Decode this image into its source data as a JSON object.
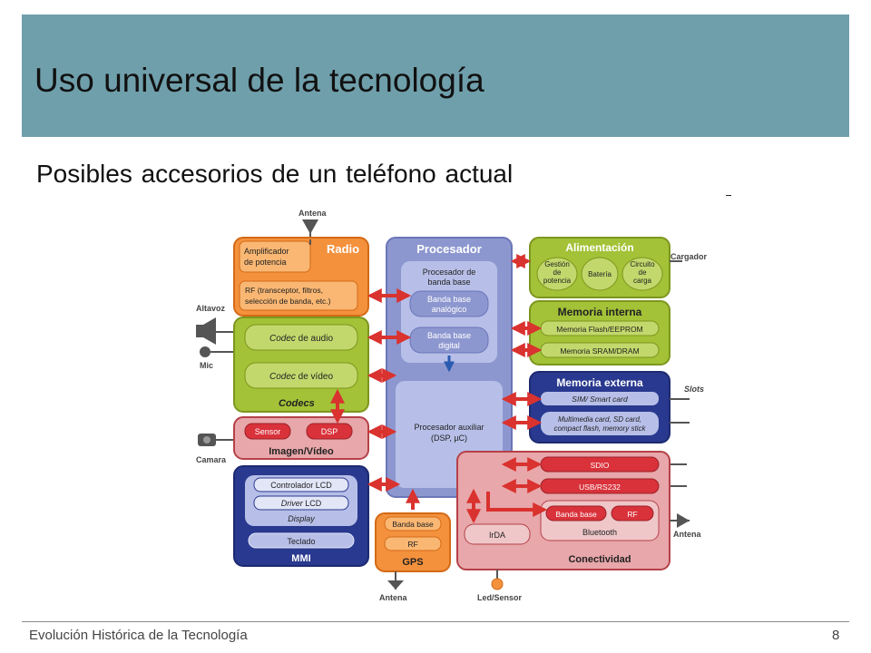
{
  "slide": {
    "title": "Uso universal de la tecnología",
    "subtitle": "Posibles accesorios de un teléfono actual",
    "footer": "Evolución Histórica de la Tecnología",
    "page_number": "8"
  },
  "diagram": {
    "external": {
      "antena_top": "Antena",
      "altavoz": "Altavoz",
      "mic": "Mic",
      "camara": "Camara",
      "cargador": "Cargador",
      "slots": "Slots",
      "antena_right": "Antena",
      "antena_bottom": "Antena",
      "led_sensor": "Led/Sensor"
    },
    "radio": {
      "title": "Radio",
      "amp_line1": "Amplificador",
      "amp_line2": "de potencia",
      "rf_line1": "RF (transceptor, filtros,",
      "rf_line2": "selección de banda, etc.)"
    },
    "codecs": {
      "title": "Codecs",
      "audio_em": "Codec",
      "audio_rest": " de audio",
      "video_em": "Codec",
      "video_rest": " de vídeo"
    },
    "imagen": {
      "title": "Imagen/Vídeo",
      "sensor": "Sensor",
      "dsp": "DSP"
    },
    "mmi": {
      "title": "MMI",
      "ctrl": "Controlador LCD",
      "driver_em": "Driver",
      "driver_rest": " LCD",
      "display": "Display",
      "teclado": "Teclado"
    },
    "gps": {
      "title": "GPS",
      "banda": "Banda base",
      "rf": "RF"
    },
    "procesador": {
      "title": "Procesador",
      "pbb_line1": "Procesador de",
      "pbb_line2": "banda base",
      "ana_line1": "Banda base",
      "ana_line2": "analógico",
      "dig_line1": "Banda base",
      "dig_line2": "digital",
      "aux_line1": "Procesador auxiliar",
      "aux_line2": "(DSP, µC)"
    },
    "alimentacion": {
      "title": "Alimentación",
      "gestion_line1": "Gestión",
      "gestion_line2": "de",
      "gestion_line3": "potencia",
      "bateria": "Batería",
      "circuito_line1": "Circuito",
      "circuito_line2": "de",
      "circuito_line3": "carga"
    },
    "memoria_interna": {
      "title": "Memoria interna",
      "flash": "Memoria Flash/EEPROM",
      "sram": "Memoria SRAM/DRAM"
    },
    "memoria_externa": {
      "title": "Memoria externa",
      "sim": "SIM/ Smart card",
      "mm_line1": "Multimedia card, SD card,",
      "mm_line2": "compact flash, memory stick"
    },
    "conectividad": {
      "title": "Conectividad",
      "sdio": "SDIO",
      "usb": "USB/RS232",
      "banda": "Banda base",
      "rf": "RF",
      "bluetooth": "Bluetooth",
      "irda": "IrDA"
    },
    "colors": {
      "orange": "#f4913d",
      "green": "#a3c237",
      "pink": "#e8a7aa",
      "blue": "#29398f",
      "lavender": "#97a1d6",
      "red_arrow": "#d9322f",
      "title_bar": "#6f9fab"
    }
  }
}
